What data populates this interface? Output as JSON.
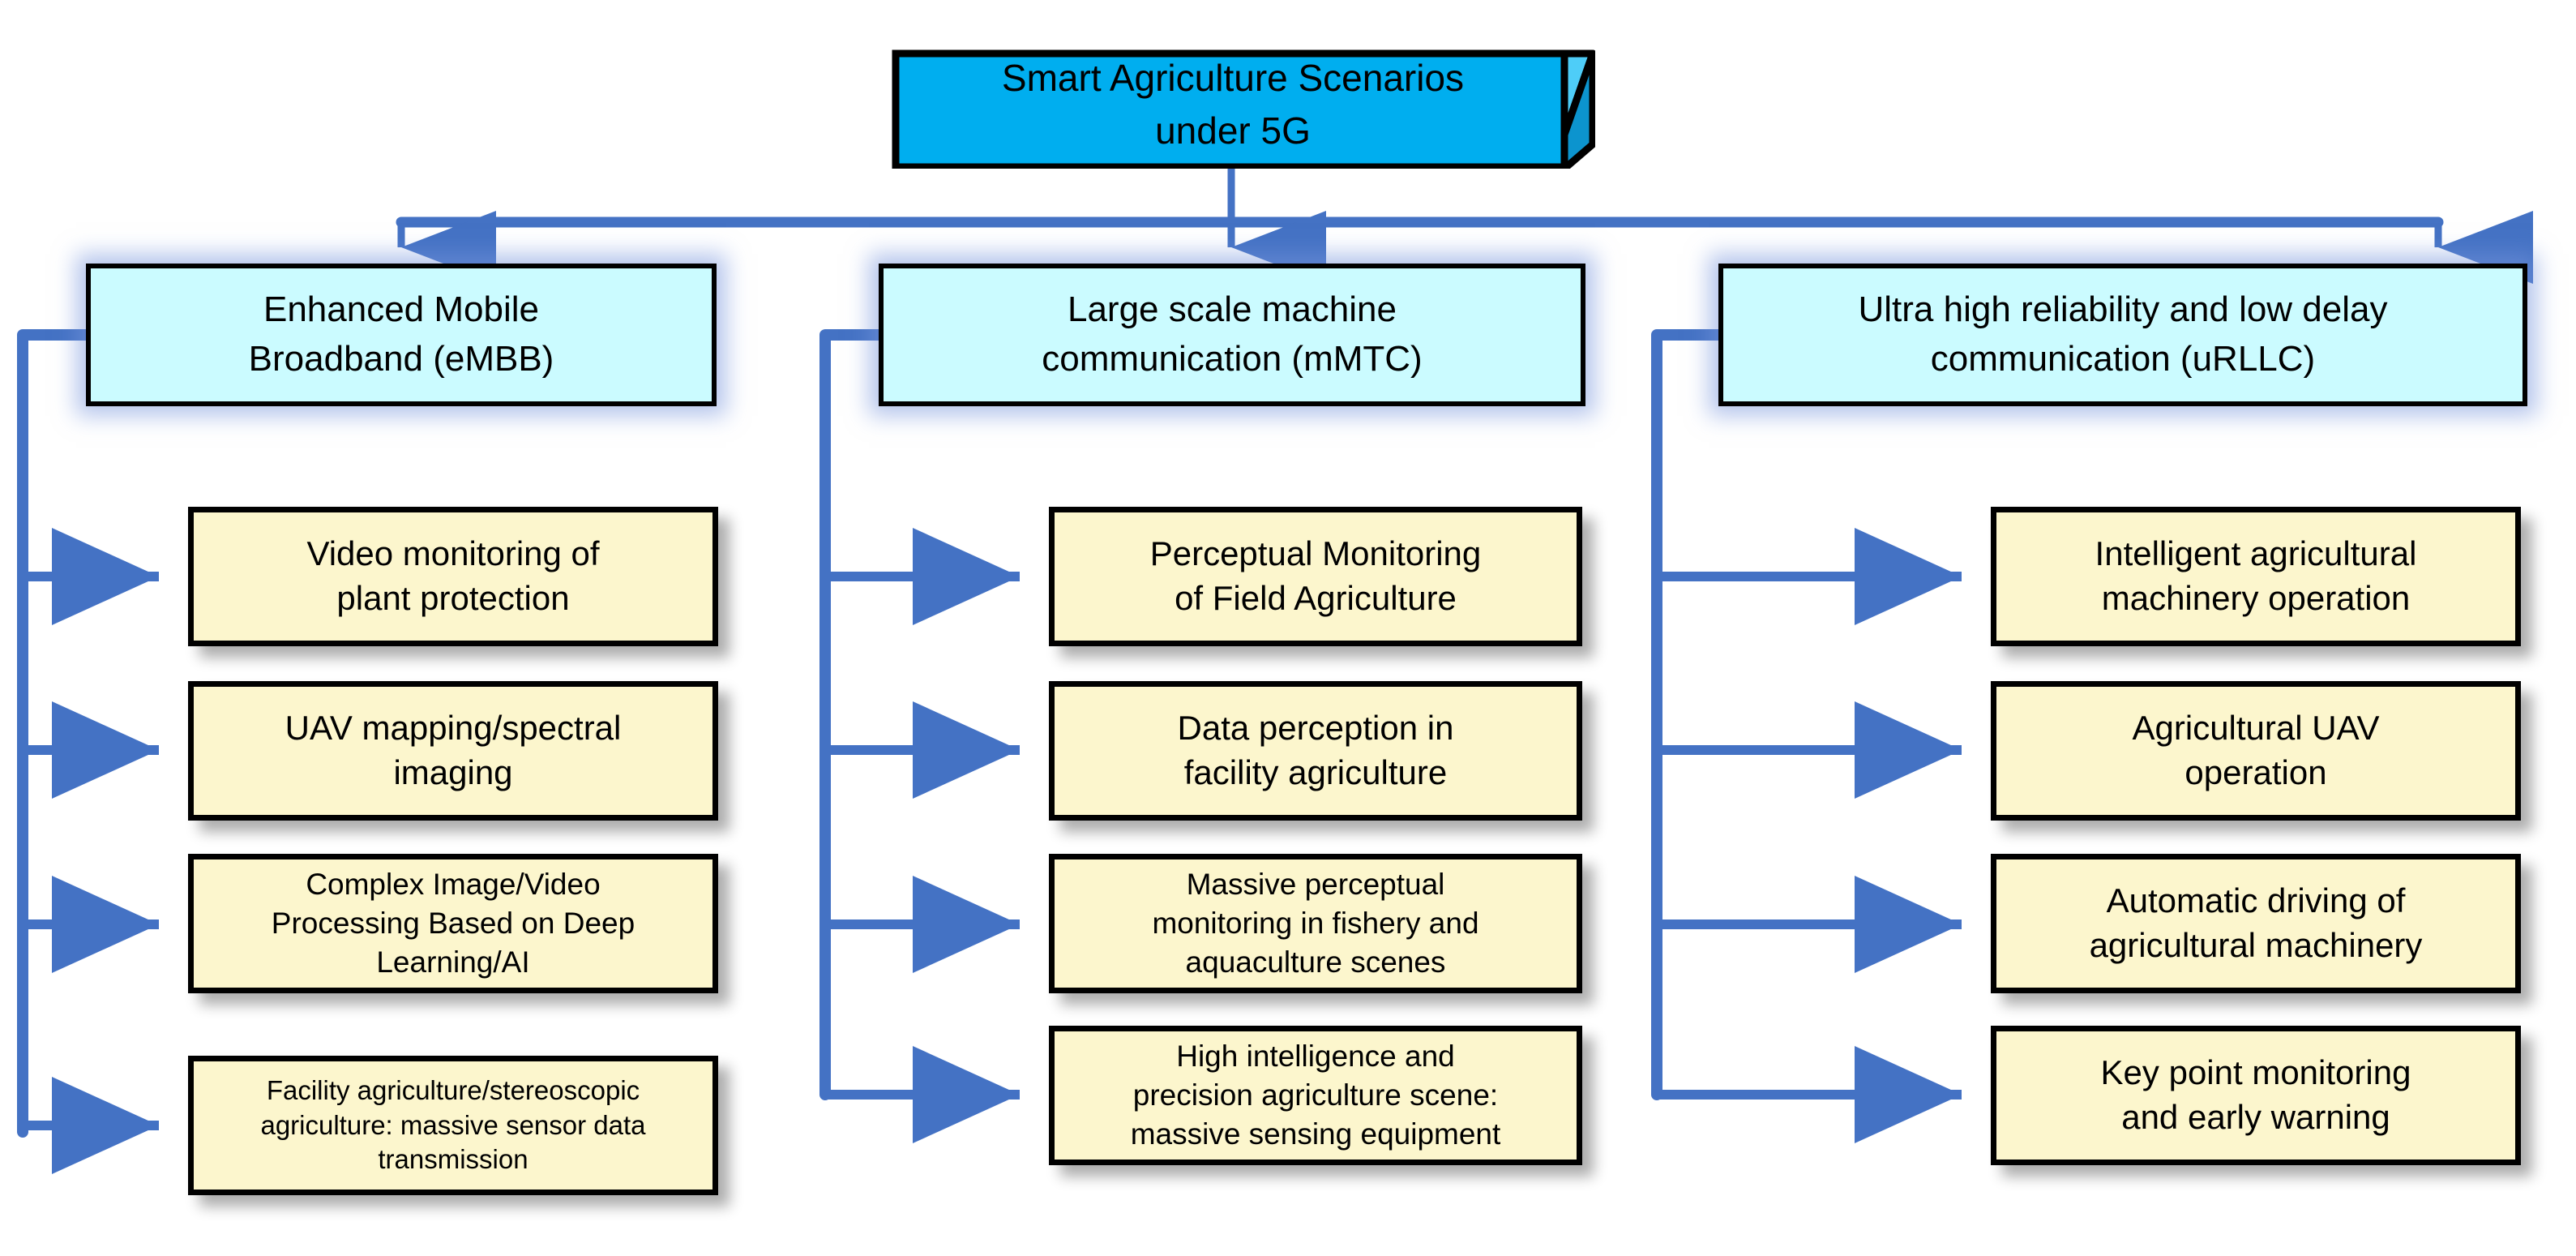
{
  "diagram": {
    "title": "Smart Agriculture Scenarios\nunder 5G",
    "colors": {
      "root_front": "#00AEEF",
      "root_top": "#4ECDF8",
      "root_side": "#0C94CE",
      "category_fill": "#CBFBFF",
      "leaf_fill": "#FCF6CD",
      "connector": "#4472C4",
      "border": "#000000"
    },
    "columns": [
      {
        "id": "embb",
        "category": "Enhanced Mobile\nBroadband (eMBB)",
        "leaves": [
          "Video monitoring of\nplant protection",
          "UAV mapping/spectral\nimaging",
          "Complex Image/Video\nProcessing Based on Deep\nLearning/AI",
          "Facility agriculture/stereoscopic\nagriculture: massive sensor data\ntransmission"
        ]
      },
      {
        "id": "mmtc",
        "category": "Large scale machine\ncommunication (mMTC)",
        "leaves": [
          "Perceptual Monitoring\nof Field Agriculture",
          "Data perception in\nfacility agriculture",
          "Massive perceptual\nmonitoring in fishery and\naquaculture scenes",
          "High intelligence and\nprecision agriculture scene:\nmassive sensing equipment"
        ]
      },
      {
        "id": "urllc",
        "category": "Ultra high reliability and low delay\ncommunication (uRLLC)",
        "leaves": [
          "Intelligent agricultural\nmachinery operation",
          "Agricultural UAV\noperation",
          "Automatic driving of\nagricultural machinery",
          "Key point monitoring\nand early warning"
        ]
      }
    ]
  }
}
